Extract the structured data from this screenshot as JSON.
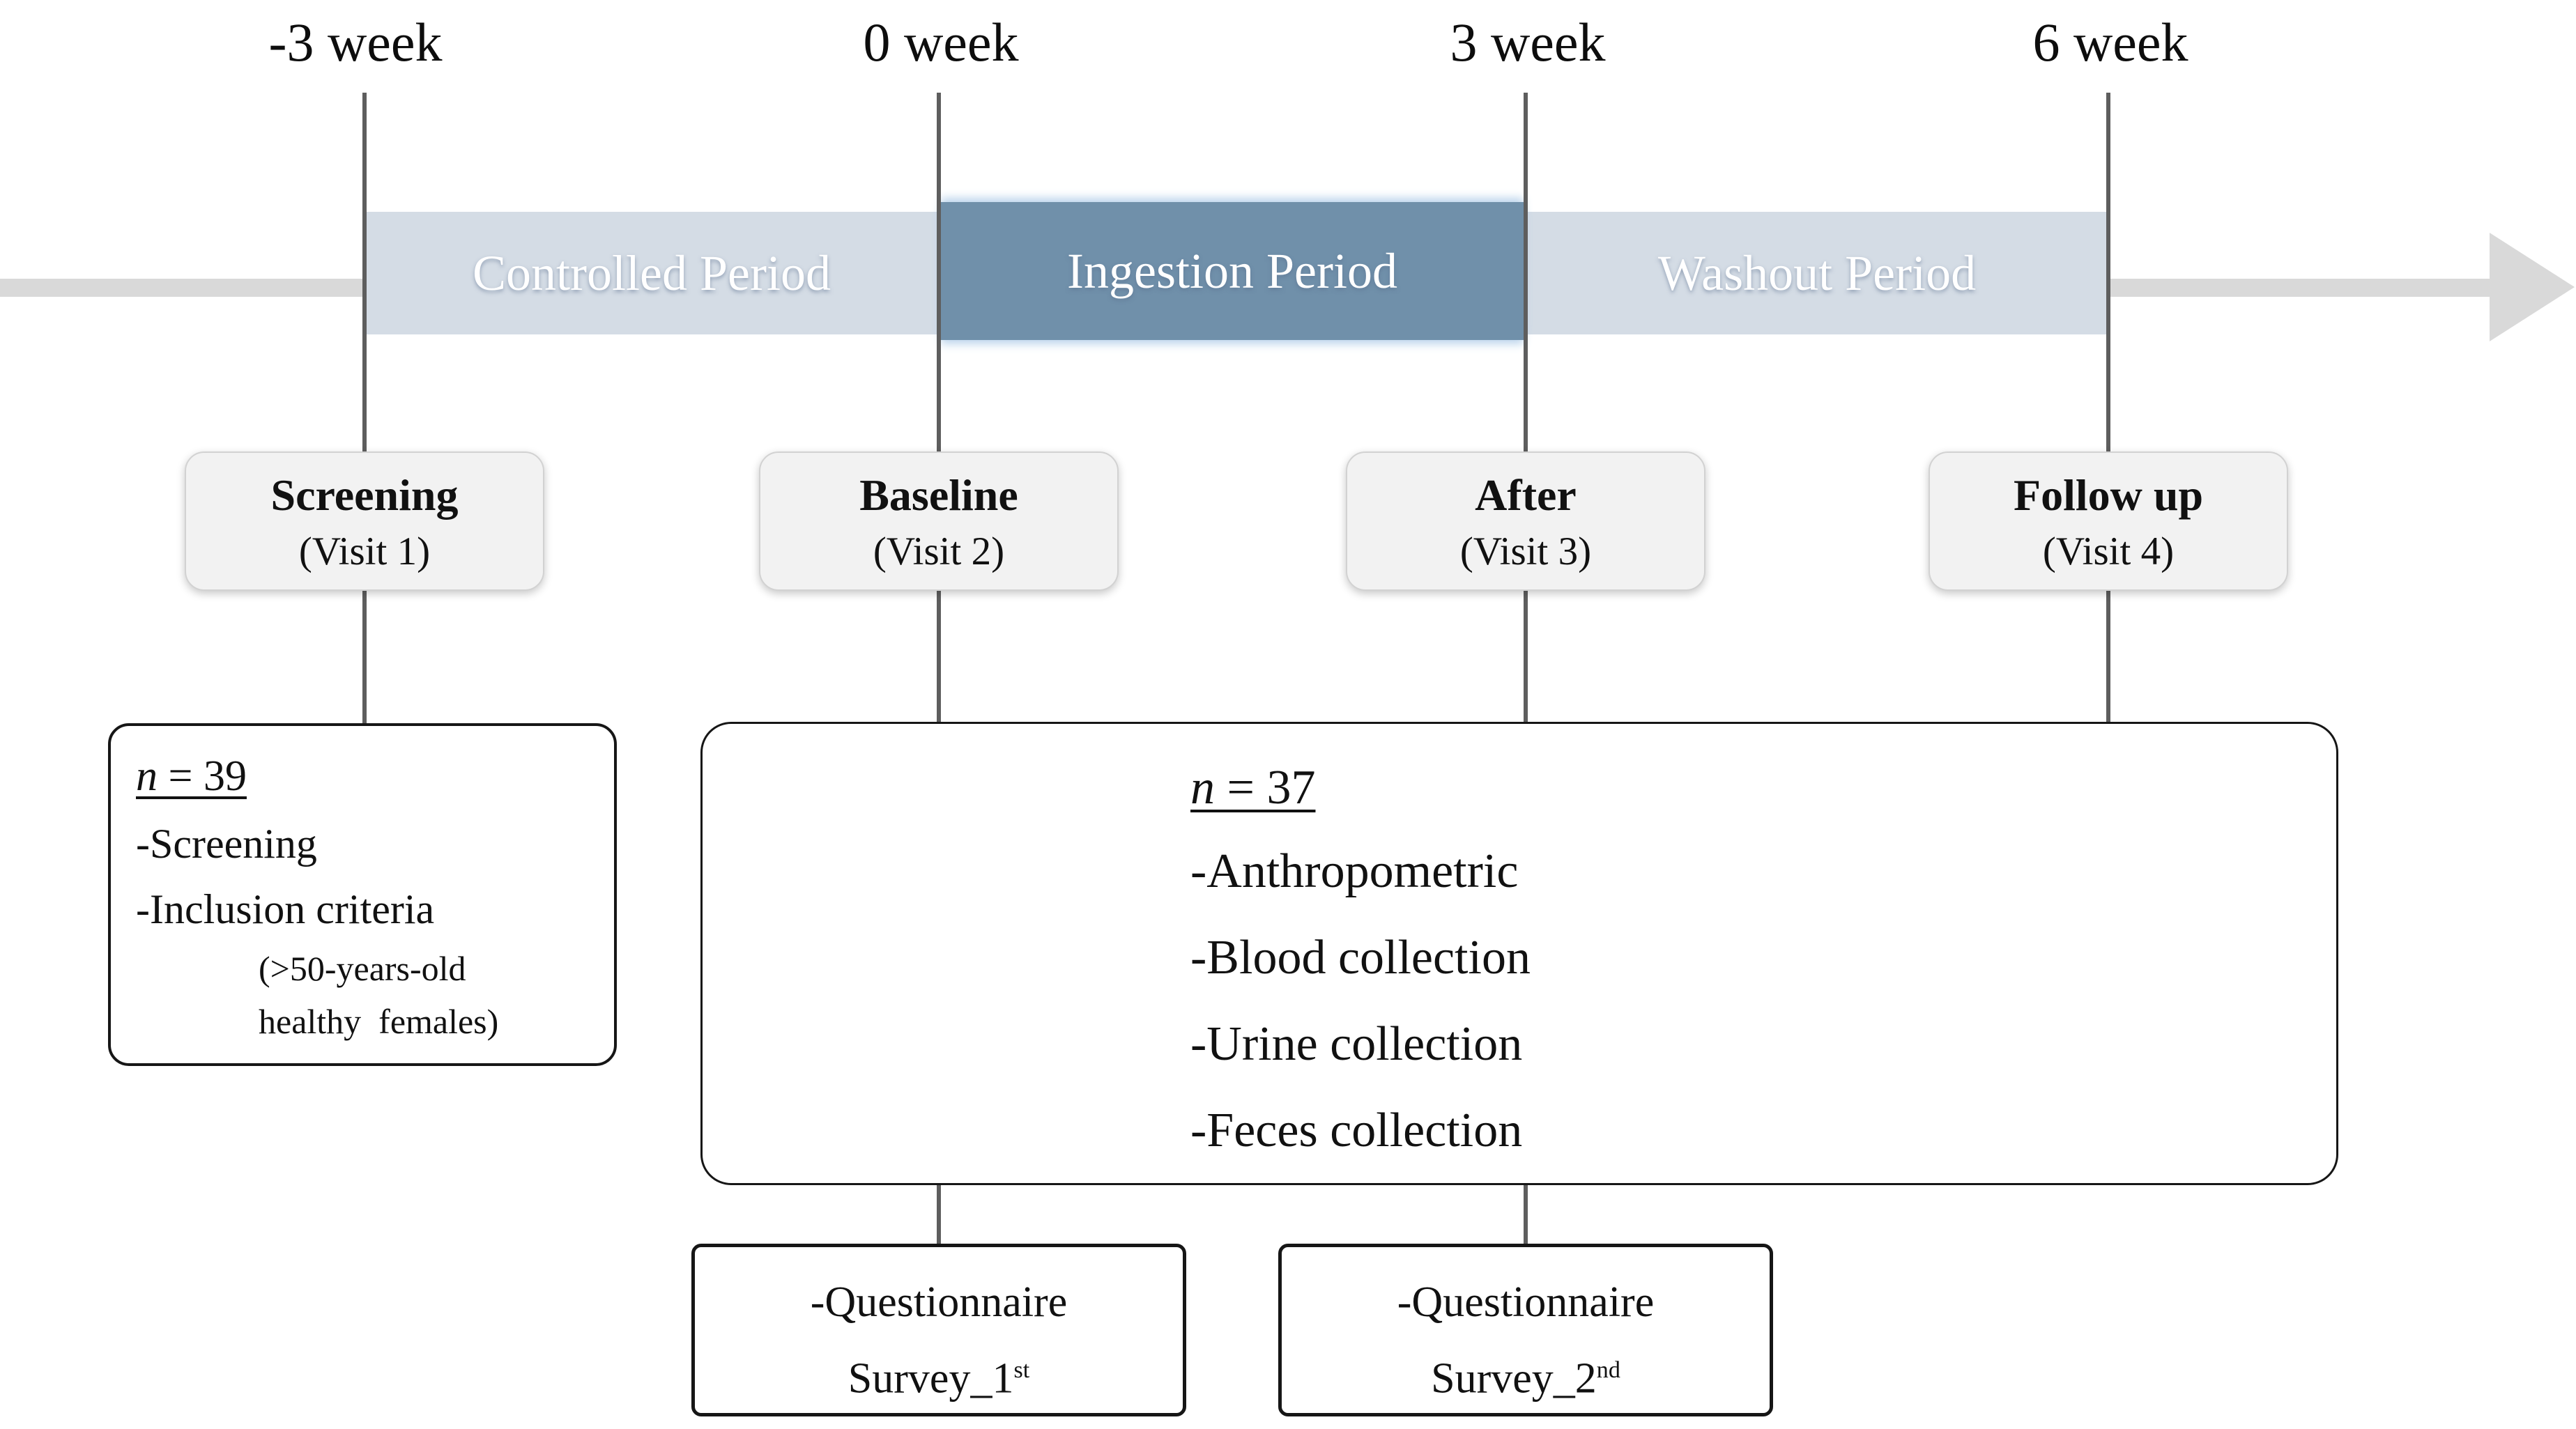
{
  "timeline": {
    "week_labels": [
      {
        "label": "-3 week"
      },
      {
        "label": "0 week"
      },
      {
        "label": "3 week"
      },
      {
        "label": "6 week"
      }
    ],
    "periods": [
      {
        "label": "Controlled Period",
        "color": "#d4dce5"
      },
      {
        "label": "Ingestion Period",
        "color": "#7090aa"
      },
      {
        "label": "Washout Period",
        "color": "#d4dce5"
      }
    ],
    "arrow_color": "#d9d9d9"
  },
  "visits": [
    {
      "title": "Screening",
      "subtitle": "(Visit 1)"
    },
    {
      "title": "Baseline",
      "subtitle": "(Visit 2)"
    },
    {
      "title": "After",
      "subtitle": "(Visit 3)"
    },
    {
      "title": "Follow up",
      "subtitle": "(Visit 4)"
    }
  ],
  "screening_box": {
    "n_italic": "n",
    "n_rest": " = 39",
    "items": [
      "-Screening",
      "-Inclusion criteria"
    ],
    "notes": [
      "(>50-years-old",
      "healthy  females)"
    ]
  },
  "assessment_box": {
    "n_italic": "n",
    "n_rest": " = 37",
    "items": [
      "-Anthropometric",
      "-Blood collection",
      "-Urine collection",
      "-Feces collection"
    ]
  },
  "questionnaire_boxes": [
    {
      "line1": "-Questionnaire",
      "line2_base": "Survey_1",
      "line2_sup": "st"
    },
    {
      "line1": "-Questionnaire",
      "line2_base": "Survey_2",
      "line2_sup": "nd"
    }
  ],
  "colors": {
    "light_bar": "#d4dce5",
    "dark_bar": "#7090aa",
    "bar_glow": "#bdd5ec",
    "arrow": "#d9d9d9",
    "tick_line": "#5e5e5e",
    "visit_box_bg": "#f2f2f2",
    "text": "#111111"
  }
}
